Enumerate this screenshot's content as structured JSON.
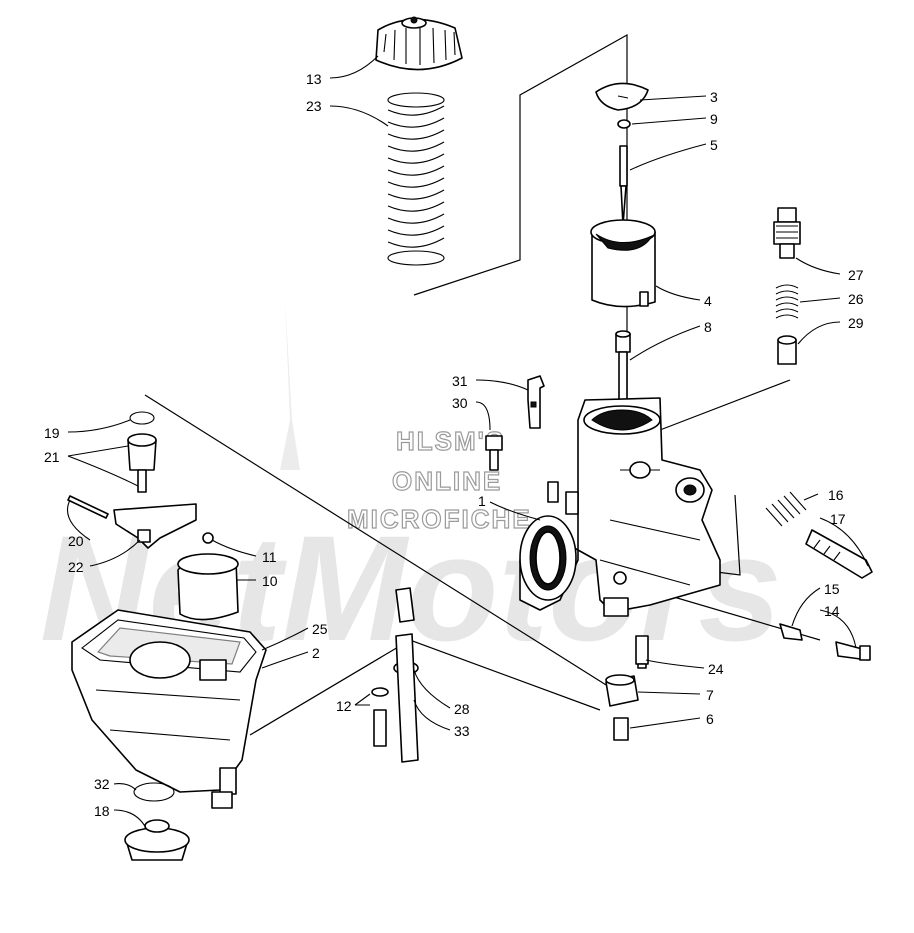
{
  "watermark": {
    "lines": [
      "HLSM'S",
      "ONLINE",
      "MICROFICHE"
    ],
    "brand": "NetMotors"
  },
  "callouts": [
    {
      "id": "13",
      "label": "13"
    },
    {
      "id": "23",
      "label": "23"
    },
    {
      "id": "3",
      "label": "3"
    },
    {
      "id": "9",
      "label": "9"
    },
    {
      "id": "5",
      "label": "5"
    },
    {
      "id": "27",
      "label": "27"
    },
    {
      "id": "26",
      "label": "26"
    },
    {
      "id": "29",
      "label": "29"
    },
    {
      "id": "4",
      "label": "4"
    },
    {
      "id": "8",
      "label": "8"
    },
    {
      "id": "31",
      "label": "31"
    },
    {
      "id": "30",
      "label": "30"
    },
    {
      "id": "19",
      "label": "19"
    },
    {
      "id": "21",
      "label": "21"
    },
    {
      "id": "1",
      "label": "1"
    },
    {
      "id": "16",
      "label": "16"
    },
    {
      "id": "17",
      "label": "17"
    },
    {
      "id": "20",
      "label": "20"
    },
    {
      "id": "22",
      "label": "22"
    },
    {
      "id": "11",
      "label": "11"
    },
    {
      "id": "10",
      "label": "10"
    },
    {
      "id": "15",
      "label": "15"
    },
    {
      "id": "14",
      "label": "14"
    },
    {
      "id": "25",
      "label": "25"
    },
    {
      "id": "2",
      "label": "2"
    },
    {
      "id": "24",
      "label": "24"
    },
    {
      "id": "12",
      "label": "12"
    },
    {
      "id": "28",
      "label": "28"
    },
    {
      "id": "7",
      "label": "7"
    },
    {
      "id": "33",
      "label": "33"
    },
    {
      "id": "6",
      "label": "6"
    },
    {
      "id": "32",
      "label": "32"
    },
    {
      "id": "18",
      "label": "18"
    }
  ]
}
